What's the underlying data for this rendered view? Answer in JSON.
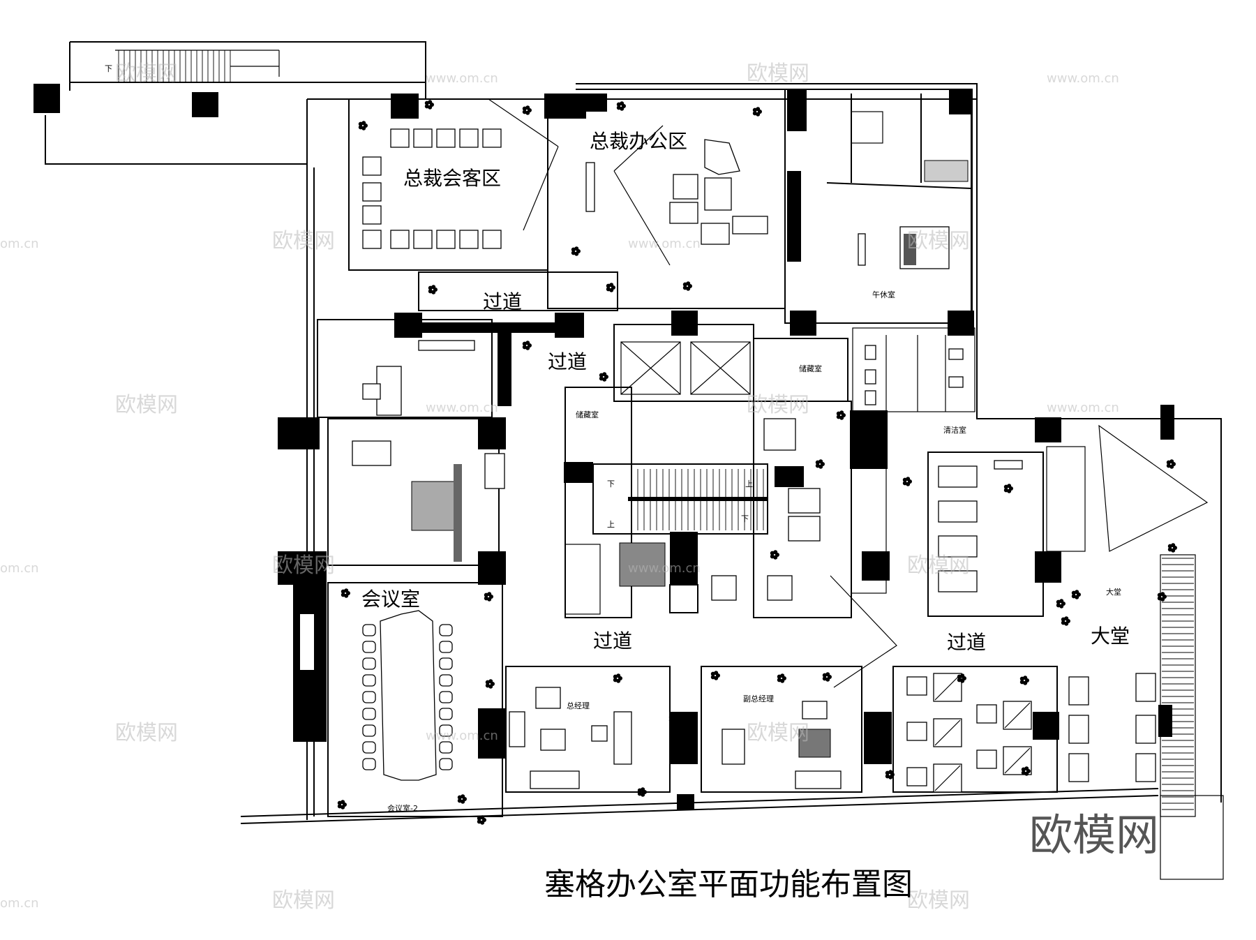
{
  "title": "塞格办公室平面功能布置图",
  "rooms": {
    "president_reception": "总裁会客区",
    "president_office": "总裁办公区",
    "corridor_1": "过道",
    "corridor_2": "过道",
    "corridor_3": "过道",
    "corridor_4": "过道",
    "meeting_room": "会议室",
    "lobby": "大堂",
    "general_manager": "总经理",
    "deputy_general_manager": "副总经理",
    "rest_room": "午休室",
    "storage_1": "储藏室",
    "storage_2": "储藏室",
    "cleaning_room": "清洁室",
    "meeting_room_2": "会议室-2",
    "lobby_small": "大堂"
  },
  "stairs": {
    "down_top": "下",
    "down_left": "下",
    "up_right": "上",
    "up_left": "上",
    "down_right": "下"
  },
  "watermark": {
    "brand": "欧模网",
    "url": "www.om.cn",
    "domain": "om.cn"
  }
}
